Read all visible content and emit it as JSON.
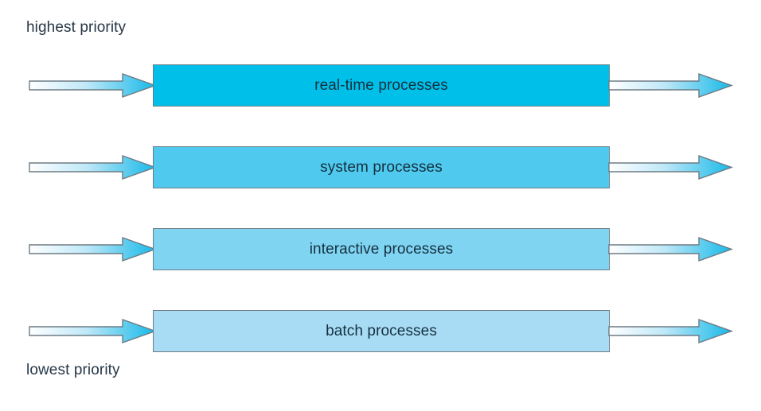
{
  "diagram": {
    "title": "multilevel queue scheduling priority diagram",
    "top_label": "highest priority",
    "bottom_label": "lowest priority",
    "border_color": "#6d7b84",
    "label_color": "#253746",
    "box_text_color": "#16303f",
    "background": "#ffffff",
    "arrow_gradient_start": "#ffffff",
    "arrow_gradient_end": "#18b9e8",
    "rows": [
      {
        "label": "real-time processes",
        "fill": "#00c0ea",
        "priority_rank": 1,
        "in_arrow": "queue-in-arrow",
        "out_arrow": "queue-out-arrow"
      },
      {
        "label": "system processes",
        "fill": "#4fcaee",
        "priority_rank": 2,
        "in_arrow": "queue-in-arrow",
        "out_arrow": "queue-out-arrow"
      },
      {
        "label": "interactive processes",
        "fill": "#7fd4f2",
        "priority_rank": 3,
        "in_arrow": "queue-in-arrow",
        "out_arrow": "queue-out-arrow"
      },
      {
        "label": "batch processes",
        "fill": "#a8dcf5",
        "priority_rank": 4,
        "in_arrow": "queue-in-arrow",
        "out_arrow": "queue-out-arrow"
      }
    ]
  }
}
